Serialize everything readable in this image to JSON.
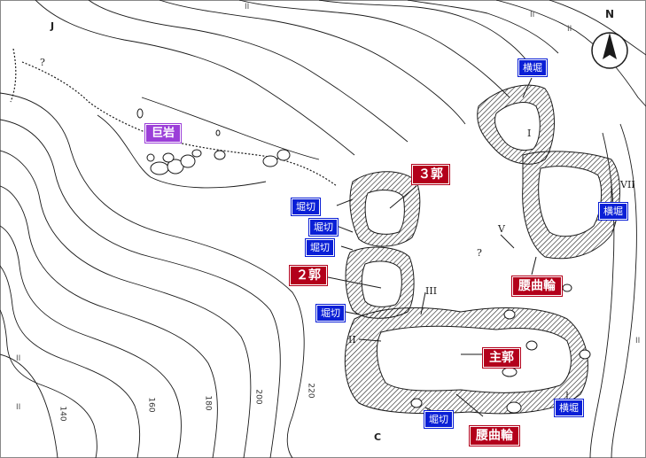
{
  "compass": {
    "letter": "N"
  },
  "labels": {
    "kyogan": "巨岩",
    "kaku3": "３郭",
    "kaku2": "２郭",
    "shukaku": "主郭",
    "koshi_top": "腰曲輪",
    "koshi_bottom": "腰曲輪",
    "horikiri_1": "堀切",
    "horikiri_2": "堀切",
    "horikiri_3": "堀切",
    "horikiri_4": "堀切",
    "horikiri_5": "堀切",
    "yokobori_top": "横堀",
    "yokobori_right": "横堀",
    "yokobori_bottom": "横堀"
  },
  "markers": {
    "j": "J",
    "c": "C",
    "q1": "?",
    "q2": "?",
    "r2": "II",
    "r3": "III",
    "r5": "V",
    "r7": "VII",
    "r1": "I"
  },
  "elevations": {
    "e140": "140",
    "e160": "160",
    "e180": "180",
    "e200": "200",
    "e220": "220"
  },
  "ticks": [
    "II",
    "II",
    "II",
    "II",
    "II",
    "II"
  ],
  "colors": {
    "label_blue": "#0a1fd6",
    "label_red": "#b3001b",
    "label_purple": "#9b3fd8",
    "line": "#1a1a1a"
  }
}
